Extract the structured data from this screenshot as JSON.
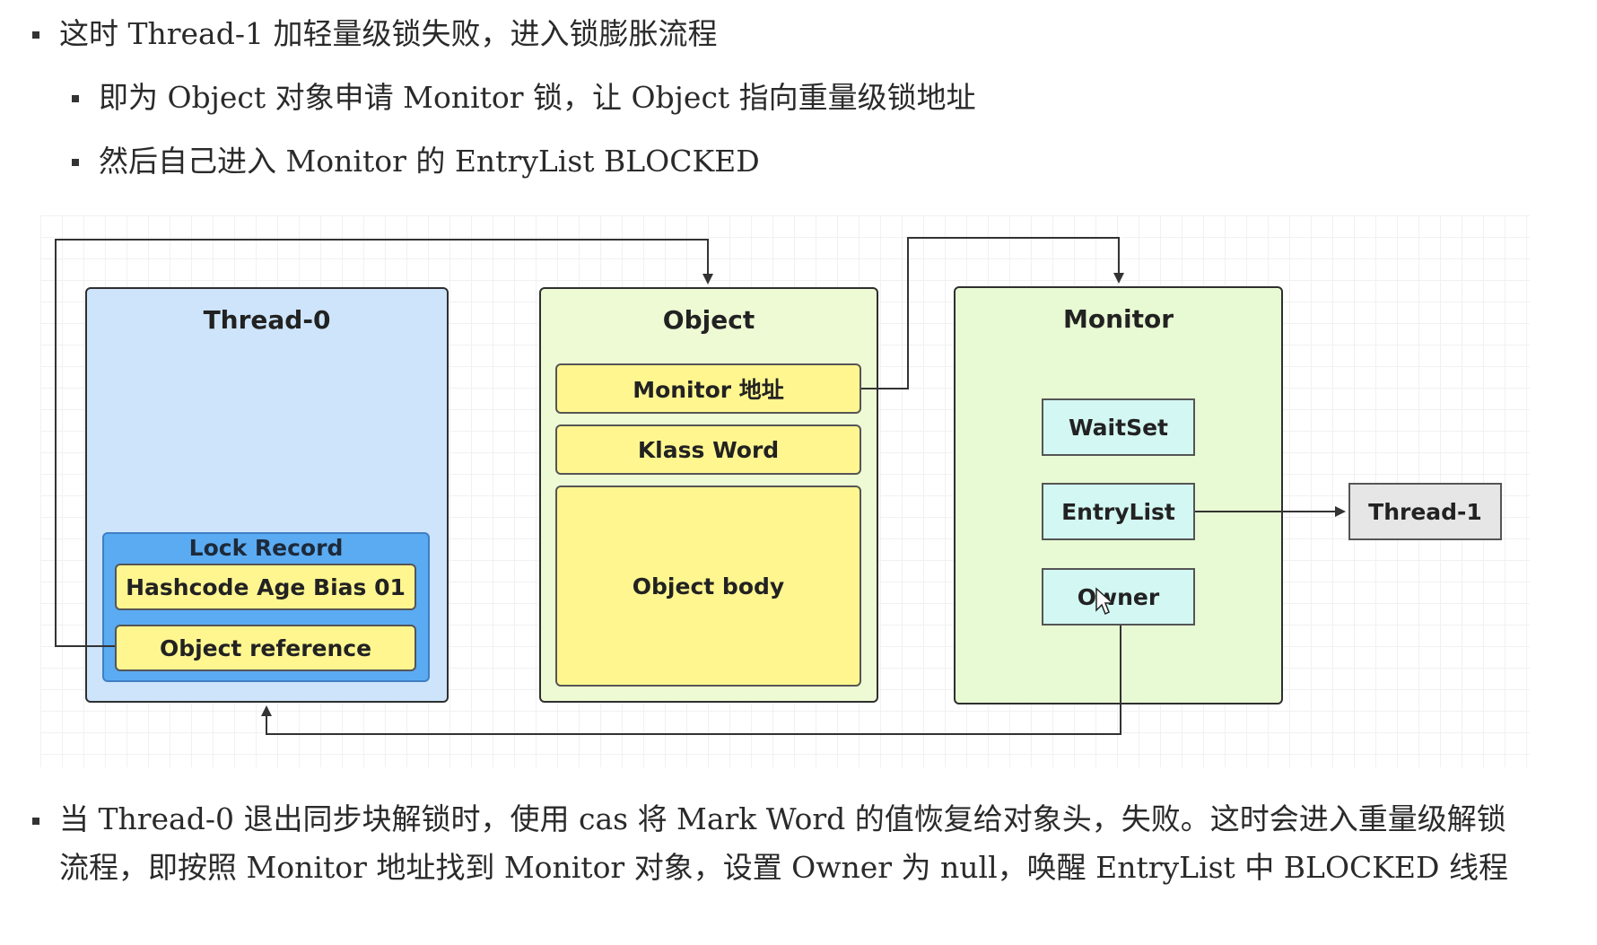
{
  "bullets": {
    "b1": "这时 Thread-1 加轻量级锁失败，进入锁膨胀流程",
    "b2": "即为 Object 对象申请 Monitor 锁，让 Object 指向重量级锁地址",
    "b3": "然后自己进入 Monitor 的 EntryList BLOCKED"
  },
  "diagram": {
    "thread0": {
      "title": "Thread-0",
      "lock_record": {
        "title": "Lock Record",
        "field1": "Hashcode Age Bias 01",
        "field2": "Object reference"
      }
    },
    "object": {
      "title": "Object",
      "field1": "Monitor 地址",
      "field2": "Klass Word",
      "field3": "Object body"
    },
    "monitor": {
      "title": "Monitor",
      "waitset": "WaitSet",
      "entrylist": "EntryList",
      "owner": "Owner"
    },
    "thread1": "Thread-1"
  },
  "bottom_paragraph": {
    "line1": "当 Thread-0 退出同步块解锁时，使用 cas 将 Mark Word 的值恢复给对象头，失败。这时会进入重量级解锁",
    "line2": "流程，即按照 Monitor 地址找到 Monitor 对象，设置 Owner 为 null，唤醒 EntryList 中 BLOCKED 线程"
  },
  "colors": {
    "thread_box": "#cde4fb",
    "lock_record": "#5aabf2",
    "object_box": "#eefad4",
    "monitor_box": "#e8fad3",
    "field_yellow": "#fff690",
    "monitor_item": "#d3f7f2",
    "thread1_box": "#e6e6e6"
  }
}
